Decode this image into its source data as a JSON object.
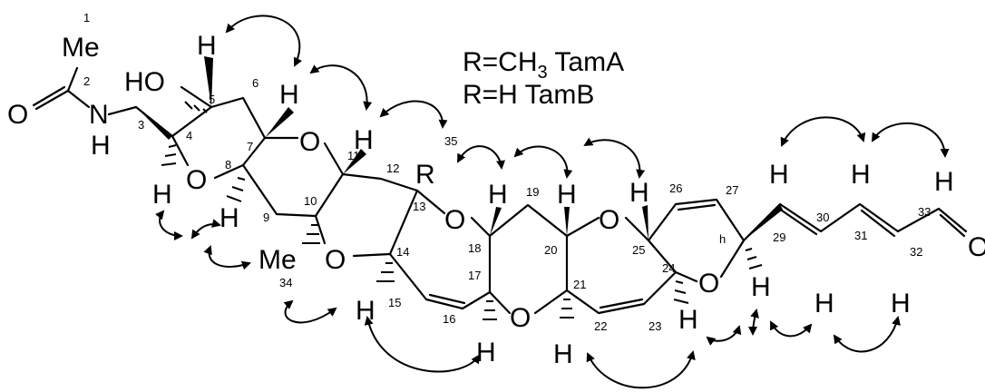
{
  "legend": {
    "line1_prefix": "R=CH",
    "line1_sub": "3",
    "line1_suffix": " TamA",
    "line2": "R=H TamB"
  },
  "atoms": {
    "me1": "Me",
    "o_amide": "O",
    "n": "N",
    "n_h": "H",
    "ho": "HO",
    "h5": "H",
    "h7": "H",
    "o_ring_a": "O",
    "h4": "H",
    "h8": "H",
    "o7": "O",
    "h11": "H",
    "r": "R",
    "me34": "Me",
    "o10": "O",
    "h14": "H",
    "o13": "O",
    "h18": "H",
    "h17": "H",
    "o17": "O",
    "h20": "H",
    "h21": "H",
    "o20": "O",
    "h25": "H",
    "h24": "H",
    "o24": "O",
    "h_h": "H",
    "h29": "H",
    "h30": "H",
    "h31": "H",
    "h32": "H",
    "h33": "H",
    "o_ald": "O"
  },
  "numbers": {
    "n1": "1",
    "n2": "2",
    "n3": "3",
    "n4": "4",
    "n5": "5",
    "n6": "6",
    "n7": "7",
    "n8": "8",
    "n9": "9",
    "n10": "10",
    "n11": "11",
    "n12": "12",
    "n13": "13",
    "n14": "14",
    "n15": "15",
    "n16": "16",
    "n17": "17",
    "n18": "18",
    "n19": "19",
    "n20": "20",
    "n21": "21",
    "n22": "22",
    "n23": "23",
    "n24": "24",
    "n25": "25",
    "n26": "26",
    "n27": "27",
    "nh": "h",
    "n29": "29",
    "n30": "30",
    "n31": "31",
    "n32": "32",
    "n33": "33",
    "n34": "34",
    "n35": "35"
  }
}
